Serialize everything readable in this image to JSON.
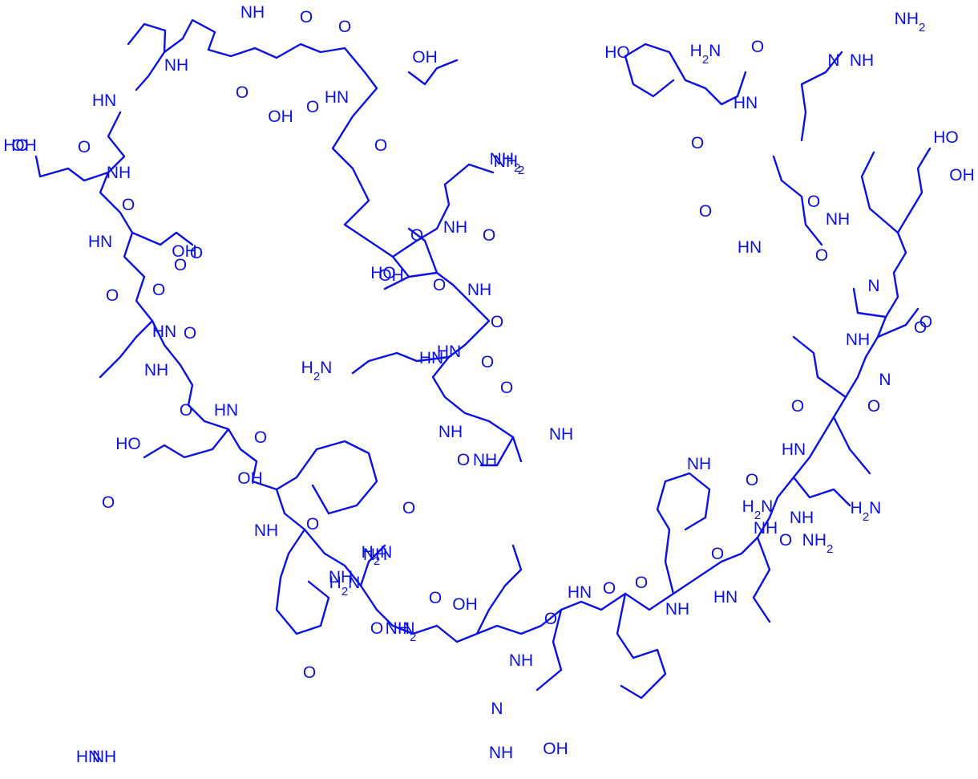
{
  "colors": {
    "ink": "#0a10e6",
    "background": "#ffffff"
  },
  "labels": [
    "HO",
    "O",
    "N",
    "NH",
    "HN",
    "NH2",
    "H2N",
    "OH",
    "NH",
    "O",
    "O",
    "NH",
    "O",
    "OH",
    "O",
    "HN",
    "O",
    "OH",
    "HN",
    "HO",
    "O",
    "NH",
    "O",
    "HN",
    "O",
    "NH2",
    "O",
    "O",
    "OH",
    "O",
    "HN",
    "O",
    "NH",
    "O",
    "HO",
    "O",
    "HN",
    "O",
    "OH",
    "O",
    "NH",
    "O",
    "NH",
    "H2N",
    "NH",
    "O",
    "H2N",
    "NH2",
    "NH",
    "H2N",
    "O",
    "NH",
    "O",
    "HN",
    "OH",
    "HO",
    "O",
    "NH",
    "O",
    "HN",
    "O",
    "NH",
    "O",
    "O",
    "NH",
    "NH",
    "O",
    "OH",
    "HO",
    "O",
    "HN",
    "O",
    "NH",
    "O",
    "N",
    "O",
    "O",
    "NH",
    "N",
    "O",
    "O",
    "HN",
    "O",
    "H2N",
    "NH2",
    "H2N",
    "NH",
    "NH",
    "O",
    "O",
    "HN",
    "NH",
    "O",
    "O",
    "HN",
    "O",
    "NH",
    "N",
    "NH",
    "OH",
    "OH",
    "O",
    "N",
    "O",
    "NH2",
    "HN",
    "NH"
  ]
}
